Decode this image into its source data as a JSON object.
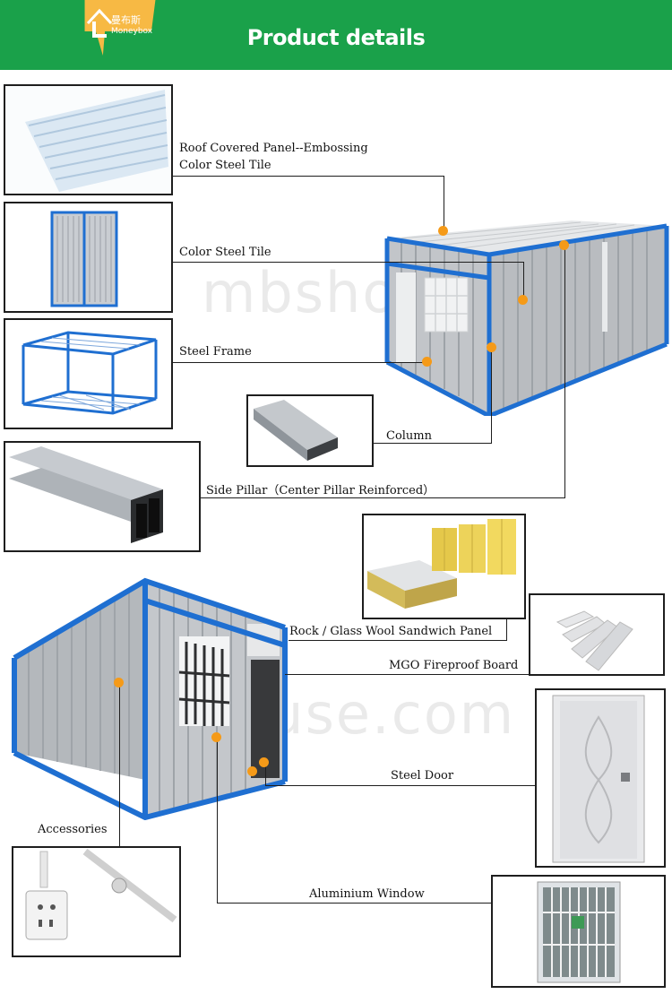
{
  "header": {
    "title": "Product details",
    "logo_cn": "曼布斯",
    "logo_en": "Moneybox",
    "bg_color": "#1aa14a",
    "badge_color": "#f7b944"
  },
  "watermark": "mbshouse.com",
  "labels": {
    "roof_line1": "Roof Covered  Panel--Embossing",
    "roof_line2": "Color Steel Tile",
    "color_steel_tile": "Color Steel Tile",
    "steel_frame": "Steel  Frame",
    "column": "Column",
    "side_pillar": "Side Pillar（Center Pillar Reinforced）",
    "sandwich_panel": "Rock / Glass Wool Sandwich Panel",
    "mgo_board": "MGO Fireproof Board",
    "steel_door": "Steel Door",
    "accessories": "Accessories",
    "aluminium_window": "Aluminium Window"
  },
  "colors": {
    "frame_blue": "#1f6fd1",
    "marker_orange": "#f59a18",
    "panel_grey": "#b9bcc0"
  }
}
